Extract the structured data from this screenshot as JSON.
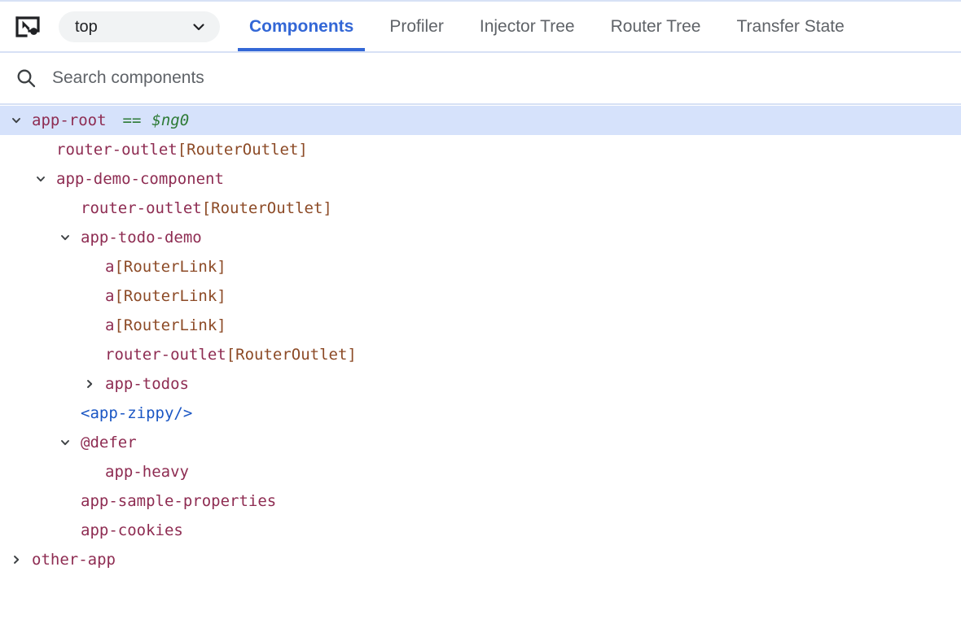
{
  "toolbar": {
    "inspect_icon": "inspect-element-icon",
    "frame_select": {
      "value": "top",
      "chevron_icon": "chevron-down-icon"
    },
    "tabs": [
      {
        "label": "Components",
        "active": true
      },
      {
        "label": "Profiler",
        "active": false
      },
      {
        "label": "Injector Tree",
        "active": false
      },
      {
        "label": "Router Tree",
        "active": false
      },
      {
        "label": "Transfer State",
        "active": false
      }
    ]
  },
  "search": {
    "icon": "search-icon",
    "placeholder": "Search components",
    "value": ""
  },
  "colors": {
    "accent": "#3367d6",
    "selection": "#d6e2fb",
    "component": "#8e2c52",
    "directive": "#8c4a26",
    "element": "#1a56c4",
    "reference": "#2c7a35",
    "separator": "#d7e1f5",
    "muted_text": "#5f6368"
  },
  "tree": {
    "rows": [
      {
        "name": "app-root",
        "depth": 0,
        "twisty": "expanded",
        "kind": "component",
        "selected": true,
        "ref_eq": "==",
        "ref_name": "$ng0"
      },
      {
        "name": "router-outlet",
        "depth": 1,
        "twisty": "none",
        "kind": "component",
        "selected": false,
        "directive": "[RouterOutlet]"
      },
      {
        "name": "app-demo-component",
        "depth": 1,
        "twisty": "expanded",
        "kind": "component",
        "selected": false
      },
      {
        "name": "router-outlet",
        "depth": 2,
        "twisty": "none",
        "kind": "component",
        "selected": false,
        "directive": "[RouterOutlet]"
      },
      {
        "name": "app-todo-demo",
        "depth": 2,
        "twisty": "expanded",
        "kind": "component",
        "selected": false
      },
      {
        "name": "a",
        "depth": 3,
        "twisty": "none",
        "kind": "component",
        "selected": false,
        "directive": "[RouterLink]"
      },
      {
        "name": "a",
        "depth": 3,
        "twisty": "none",
        "kind": "component",
        "selected": false,
        "directive": "[RouterLink]"
      },
      {
        "name": "a",
        "depth": 3,
        "twisty": "none",
        "kind": "component",
        "selected": false,
        "directive": "[RouterLink]"
      },
      {
        "name": "router-outlet",
        "depth": 3,
        "twisty": "none",
        "kind": "component",
        "selected": false,
        "directive": "[RouterOutlet]"
      },
      {
        "name": "app-todos",
        "depth": 3,
        "twisty": "collapsed",
        "kind": "component",
        "selected": false
      },
      {
        "name": "<app-zippy/>",
        "depth": 2,
        "twisty": "none",
        "kind": "element",
        "selected": false
      },
      {
        "name": "@defer",
        "depth": 2,
        "twisty": "expanded",
        "kind": "block",
        "selected": false
      },
      {
        "name": "app-heavy",
        "depth": 3,
        "twisty": "none",
        "kind": "component",
        "selected": false
      },
      {
        "name": "app-sample-properties",
        "depth": 2,
        "twisty": "none",
        "kind": "component",
        "selected": false
      },
      {
        "name": "app-cookies",
        "depth": 2,
        "twisty": "none",
        "kind": "component",
        "selected": false
      },
      {
        "name": "other-app",
        "depth": 0,
        "twisty": "collapsed",
        "kind": "component",
        "selected": false
      }
    ]
  }
}
